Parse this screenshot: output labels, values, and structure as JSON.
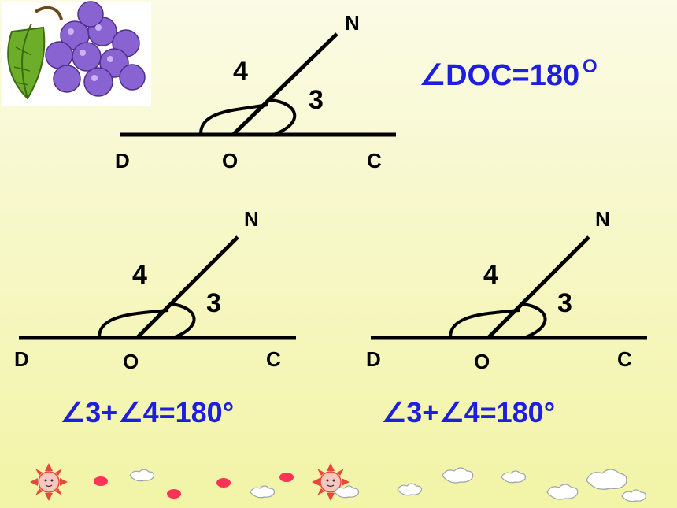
{
  "figures": [
    {
      "id": "top",
      "labels": {
        "D": "D",
        "O": "O",
        "C": "C",
        "N": "N",
        "angle3": "3",
        "angle4": "4"
      }
    },
    {
      "id": "bottom-left",
      "labels": {
        "D": "D",
        "O": "O",
        "C": "C",
        "N": "N",
        "angle3": "3",
        "angle4": "4"
      }
    },
    {
      "id": "bottom-right",
      "labels": {
        "D": "D",
        "O": "O",
        "C": "C",
        "N": "N",
        "angle3": "3",
        "angle4": "4"
      }
    }
  ],
  "equations": {
    "straight_angle": {
      "text": "∠DOC=180",
      "degree": "O"
    },
    "sum_left": "∠3+∠4=180°",
    "sum_right": "∠3+∠4=180°"
  },
  "colors": {
    "formula": "#1e1ee0",
    "lines": "#000000",
    "grape": "#8a63d2",
    "leaf": "#6cae2a"
  }
}
